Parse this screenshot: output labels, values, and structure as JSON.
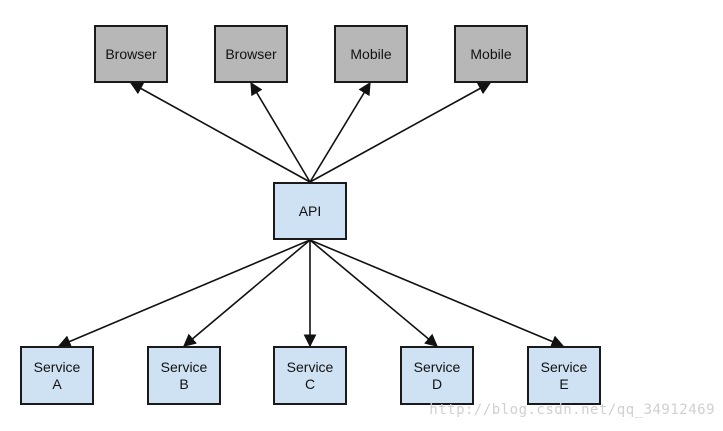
{
  "clients": [
    {
      "label": "Browser"
    },
    {
      "label": "Browser"
    },
    {
      "label": "Mobile"
    },
    {
      "label": "Mobile"
    }
  ],
  "api": {
    "label": "API"
  },
  "services": [
    {
      "line1": "Service",
      "line2": "A"
    },
    {
      "line1": "Service",
      "line2": "B"
    },
    {
      "line1": "Service",
      "line2": "C"
    },
    {
      "line1": "Service",
      "line2": "D"
    },
    {
      "line1": "Service",
      "line2": "E"
    }
  ],
  "watermark": "http://blog.csdn.net/qq_34912469",
  "colors": {
    "client_fill": "#b7b7b7",
    "api_fill": "#cfe2f3",
    "service_fill": "#cfe2f3",
    "edge": "#111111"
  }
}
